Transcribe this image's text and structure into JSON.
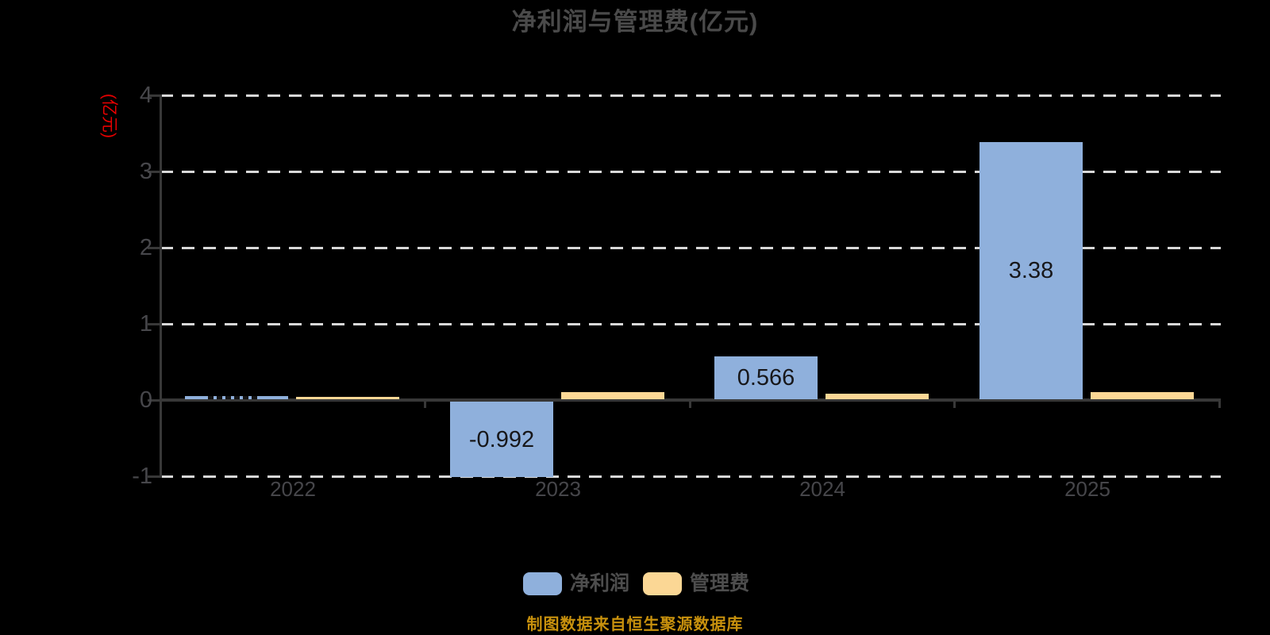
{
  "title": "净利润与管理费(亿元)",
  "y_axis_unit": "(亿元)",
  "source_note": "制图数据来自恒生聚源数据库",
  "chart_data": {
    "type": "bar",
    "categories": [
      "2022",
      "2023",
      "2024",
      "2025"
    ],
    "series": [
      {
        "name": "净利润",
        "color": "#8fb0dc",
        "values": [
          0.04,
          -0.992,
          0.566,
          3.38
        ],
        "labels": [
          "",
          "-0.992",
          "0.566",
          "3.38"
        ]
      },
      {
        "name": "管理费",
        "color": "#fbd795",
        "values": [
          0.03,
          0.09,
          0.07,
          0.09
        ],
        "labels": [
          "",
          "",
          "",
          ""
        ]
      }
    ],
    "ylim": [
      -1,
      4
    ],
    "y_ticks": [
      4,
      3,
      2,
      1,
      0,
      -1
    ],
    "grid": "horizontal dashed",
    "legend_position": "bottom"
  },
  "colors": {
    "background": "#000000",
    "gridline": "#d8d8d8",
    "axis": "#383838",
    "tick_label": "#47474b",
    "title_text": "#4a4a4a",
    "bar_label": "#17171a",
    "unit_label": "#e80000",
    "source_note_text": "#c8910d",
    "legend_label": "#4d4d4d",
    "net_profit_bar": "#8fb0dc",
    "management_fee_bar": "#fbd795"
  }
}
